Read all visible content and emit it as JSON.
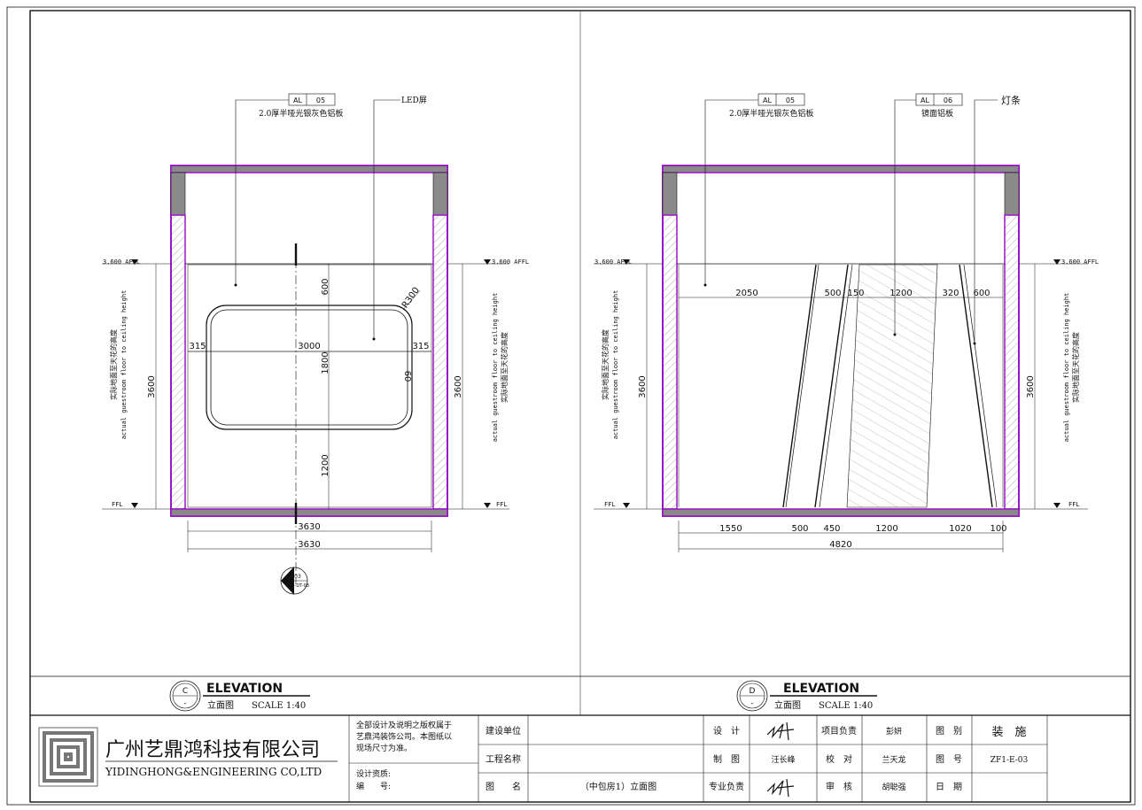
{
  "colors": {
    "wall": "#9a15c8",
    "line": "#111111",
    "hatch": "#555555",
    "fill_grey": "#8a8a8a"
  },
  "left": {
    "callout1": {
      "code": "AL",
      "num": "05",
      "text": "2.0厚半哑光银灰色铝板"
    },
    "callout2": {
      "text": "LED屏"
    },
    "level_top_left": "3.600 AFFL",
    "level_top_right": "3.600 AFFL",
    "level_ffl_left": "FFL",
    "level_ffl_right": "FFL",
    "side_cn": "实际地面至天花的高度",
    "side_en": "actual guestroom floor to ceiling height",
    "h3600": "3600",
    "dims": {
      "top": "600",
      "mid": "1800",
      "bot": "1200",
      "l315": "315",
      "r315": "315",
      "w3000": "3000",
      "r300": "R300",
      "d60": "60",
      "w3630a": "3630",
      "w3630b": "3630"
    },
    "section": {
      "num": "03",
      "ref": "ZF1-DT-03"
    }
  },
  "right": {
    "callout1": {
      "code": "AL",
      "num": "05",
      "text": "2.0厚半哑光银灰色铝板"
    },
    "callout2": {
      "code": "AL",
      "num": "06",
      "text": "镜面铝板"
    },
    "callout3": {
      "text": "灯条"
    },
    "level_top_left": "3.600 AFFL",
    "level_top_right": "3.600 AFFL",
    "level_ffl_left": "FFL",
    "level_ffl_right": "FFL",
    "side_cn": "实际地面至天花的高度",
    "side_en": "actual guestroom floor to ceiling height",
    "h3600": "3600",
    "top_dims": [
      "2050",
      "500",
      "150",
      "1200",
      "320",
      "600"
    ],
    "bot_dims": [
      "1550",
      "500",
      "450",
      "1200",
      "1020",
      "100"
    ],
    "total": "4820"
  },
  "titles": [
    {
      "letter": "C",
      "dash": "-",
      "title": "ELEVATION",
      "sub": "立面图",
      "scale": "SCALE 1:40"
    },
    {
      "letter": "D",
      "dash": "-",
      "title": "ELEVATION",
      "sub": "立面图",
      "scale": "SCALE 1:40"
    }
  ],
  "titleblock": {
    "company_cn": "广州艺鼎鸿科技有限公司",
    "company_en": "YIDINGHONG&ENGINEERING CO,LTD",
    "copyright": [
      "全部设计及说明之版权属于",
      "艺鼎鸿装饰公司。本图纸以",
      "现场尺寸为准。"
    ],
    "qual": "设计资质:",
    "serial": "编　　号:",
    "client_label": "建设单位",
    "project_label": "工程名称",
    "drawing_label": "图　　名",
    "drawing_name": "（中包房1）立面图",
    "design_label": "设　计",
    "draw_label": "制　图",
    "draw_name": "汪长峰",
    "major_label": "专业负责",
    "pm_label": "项目负责",
    "pm_name": "彭妍",
    "check_label": "校　对",
    "check_name": "兰天龙",
    "review_label": "审　核",
    "review_name": "胡聪强",
    "cat_label": "图　别",
    "cat_value": "装　施",
    "no_label": "图　号",
    "no_value": "ZF1-E-03",
    "date_label": "日　期"
  }
}
